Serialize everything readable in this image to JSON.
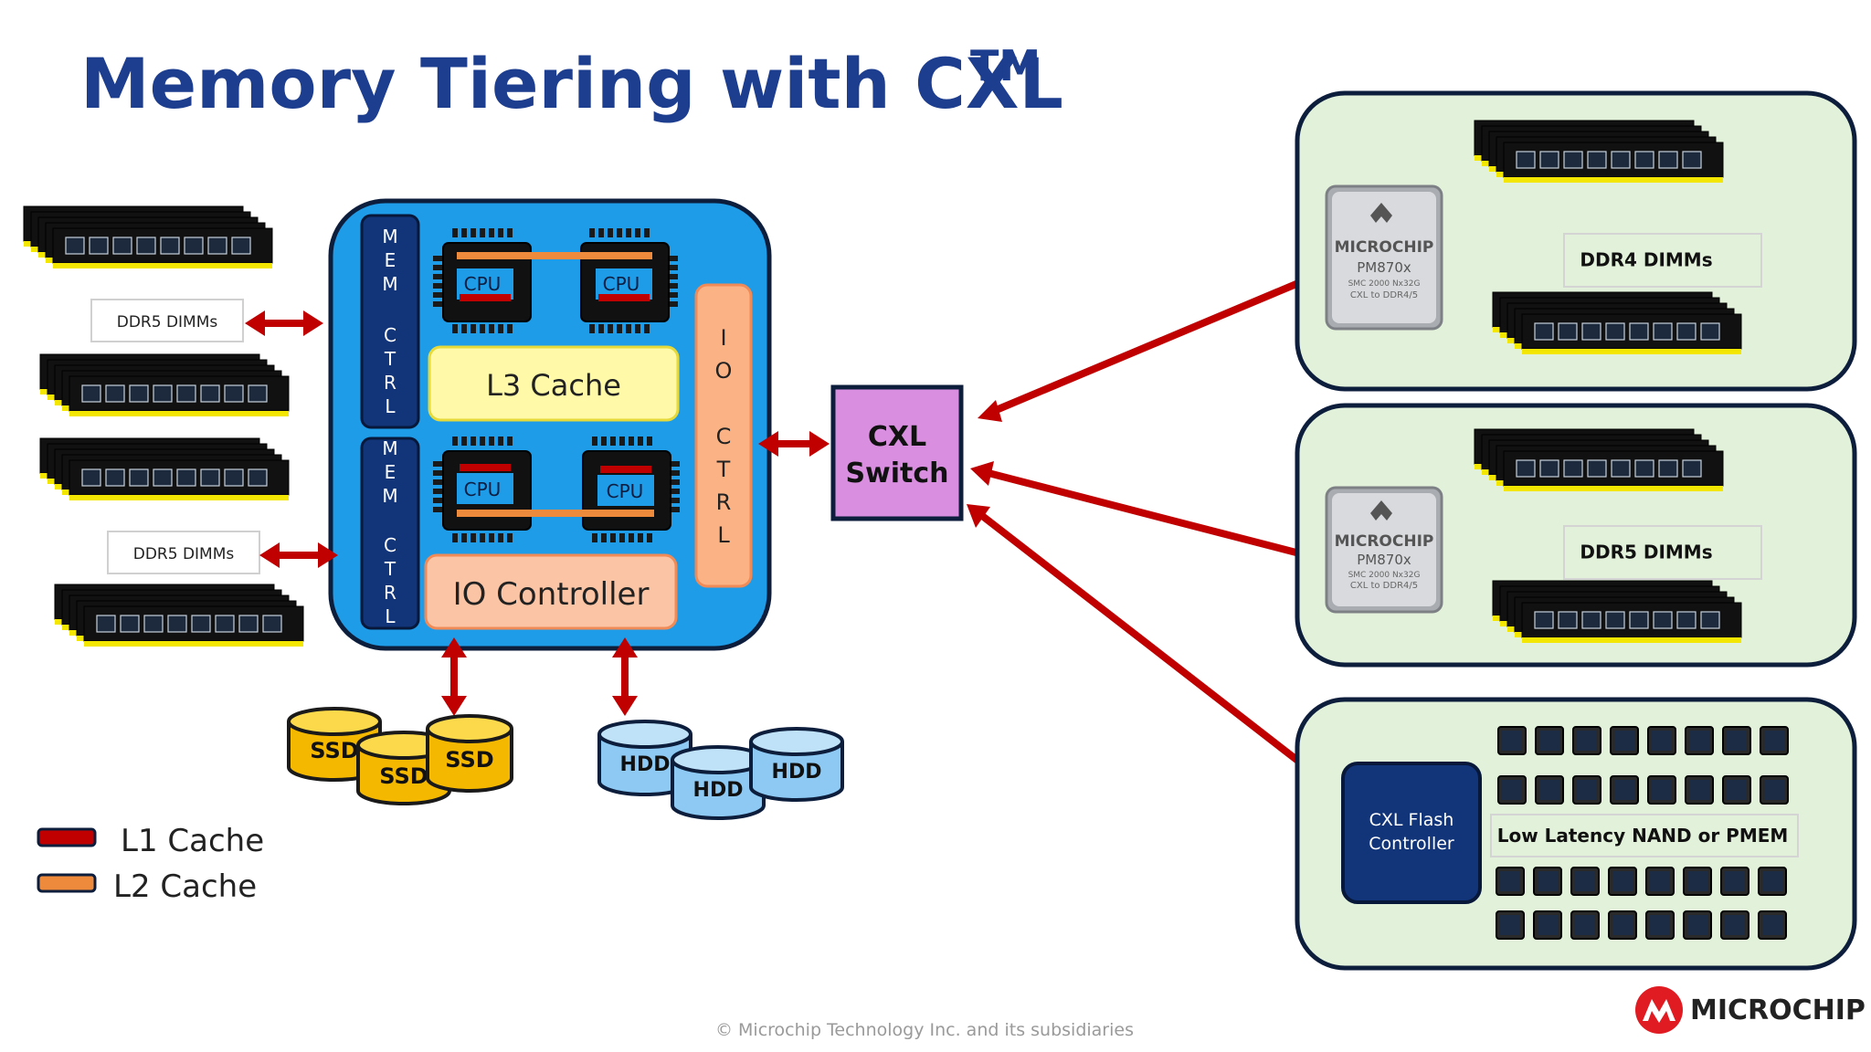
{
  "title": {
    "main": "Memory Tiering with CXL",
    "superscript": "TM"
  },
  "cpu": {
    "mem_ctrl_top": [
      "M",
      "E",
      "M",
      "",
      "C",
      "T",
      "R",
      "L"
    ],
    "mem_ctrl_bottom": [
      "M",
      "E",
      "M",
      "",
      "C",
      "T",
      "R",
      "L"
    ],
    "io_ctrl": [
      "I",
      "O",
      "",
      "C",
      "T",
      "R",
      "L"
    ],
    "core_label": "CPU",
    "l3_cache": "L3 Cache",
    "io_controller": "IO Controller"
  },
  "left_dimms": {
    "top_label": "DDR5 DIMMs",
    "bottom_label": "DDR5 DIMMs"
  },
  "storage": {
    "ssd": [
      "SSD",
      "SSD",
      "SSD"
    ],
    "hdd": [
      "HDD",
      "HDD",
      "HDD"
    ]
  },
  "legend": [
    {
      "label": "L1 Cache",
      "color": "#c00000"
    },
    {
      "label": "L2 Cache",
      "color": "#ee8a3c"
    }
  ],
  "switch": {
    "line1": "CXL",
    "line2": "Switch"
  },
  "expanders": [
    {
      "logo": "MICROCHIP",
      "part": "PM870x",
      "sub1": "SMC 2000 Nx32G",
      "sub2": "CXL to DDR4/5",
      "dimm_label": "DDR4 DIMMs"
    },
    {
      "logo": "MICROCHIP",
      "part": "PM870x",
      "sub1": "SMC 2000 Nx32G",
      "sub2": "CXL to DDR4/5",
      "dimm_label": "DDR5 DIMMs"
    }
  ],
  "flash": {
    "controller_line1": "CXL Flash",
    "controller_line2": "Controller",
    "media_label": "Low Latency NAND or PMEM"
  },
  "footer": "© Microchip Technology Inc. and its subsidiaries",
  "brand": "MICROCHIP",
  "colors": {
    "title": "#1d3d8f",
    "arrow": "#c00000",
    "cpu_box": "#1f9ce8",
    "green_panel": "#e2f1d9",
    "switch": "#d98ee0"
  }
}
